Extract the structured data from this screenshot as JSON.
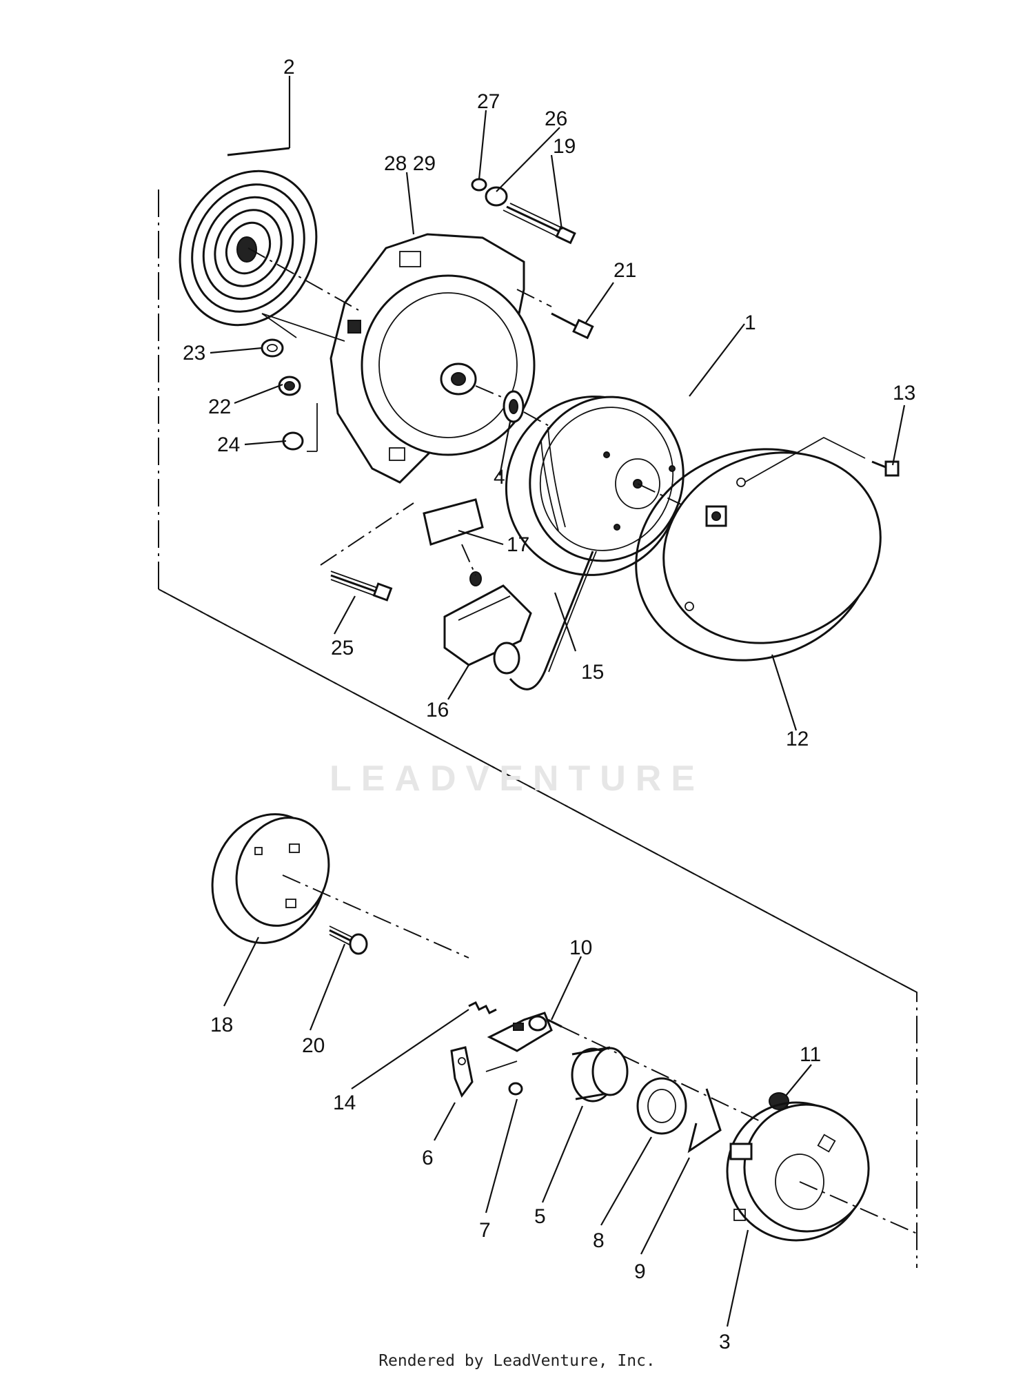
{
  "diagram": {
    "callouts": [
      "1",
      "2",
      "3",
      "4",
      "5",
      "6",
      "7",
      "8",
      "9",
      "10",
      "11",
      "12",
      "13",
      "14",
      "15",
      "16",
      "17",
      "18",
      "19",
      "20",
      "21",
      "22",
      "23",
      "24",
      "25",
      "26",
      "27",
      "28 29"
    ],
    "watermark": "LEADVENTURE",
    "footer": "Rendered by LeadVenture, Inc."
  }
}
